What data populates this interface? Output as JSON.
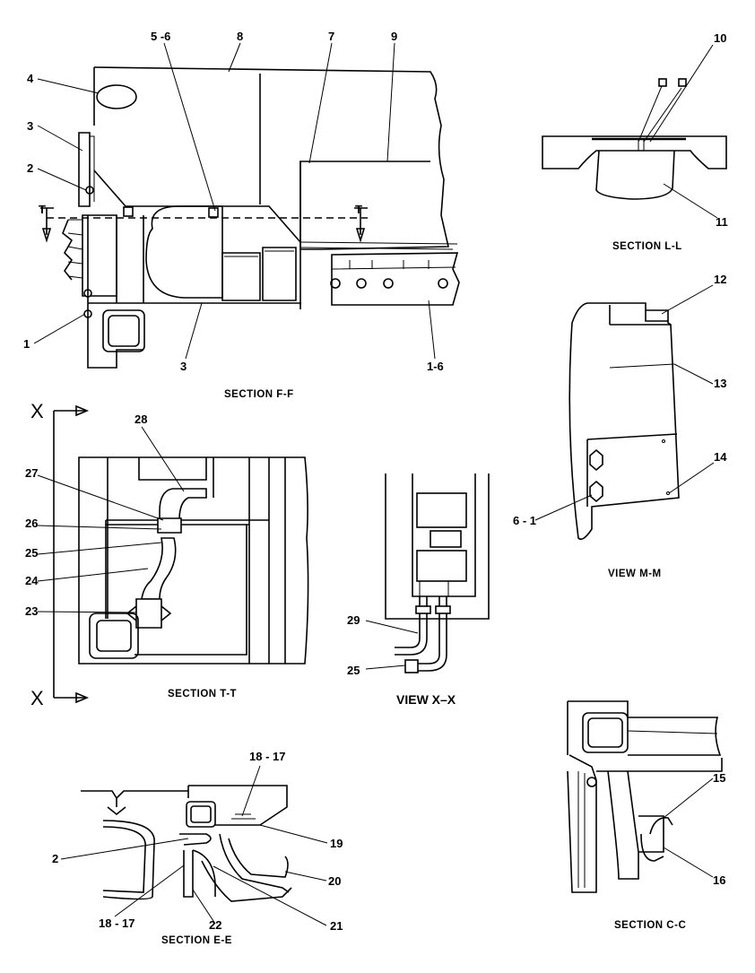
{
  "views": {
    "section_ff": {
      "caption": "SECTION F-F",
      "callouts": [
        "4",
        "3",
        "2",
        "1",
        "5 -6",
        "8",
        "7",
        "9",
        "3",
        "1-6"
      ],
      "section_mark": "T"
    },
    "section_ll": {
      "caption": "SECTION L-L",
      "callouts": [
        "10",
        "11"
      ]
    },
    "view_mm": {
      "caption": "VIEW M-M",
      "callouts": [
        "12",
        "13",
        "14",
        "6 - 1"
      ]
    },
    "section_tt": {
      "caption": "SECTION T-T",
      "callouts": [
        "28",
        "27",
        "26",
        "25",
        "24",
        "23"
      ],
      "section_mark": "X"
    },
    "view_xx": {
      "caption": "VIEW  X–X",
      "callouts": [
        "29",
        "25"
      ]
    },
    "section_ee": {
      "caption": "SECTION E-E",
      "callouts": [
        "18 - 17",
        "19",
        "2",
        "20",
        "21",
        "18 - 17",
        "22"
      ]
    },
    "section_cc": {
      "caption": "SECTION C-C",
      "callouts": [
        "15",
        "16"
      ]
    }
  }
}
